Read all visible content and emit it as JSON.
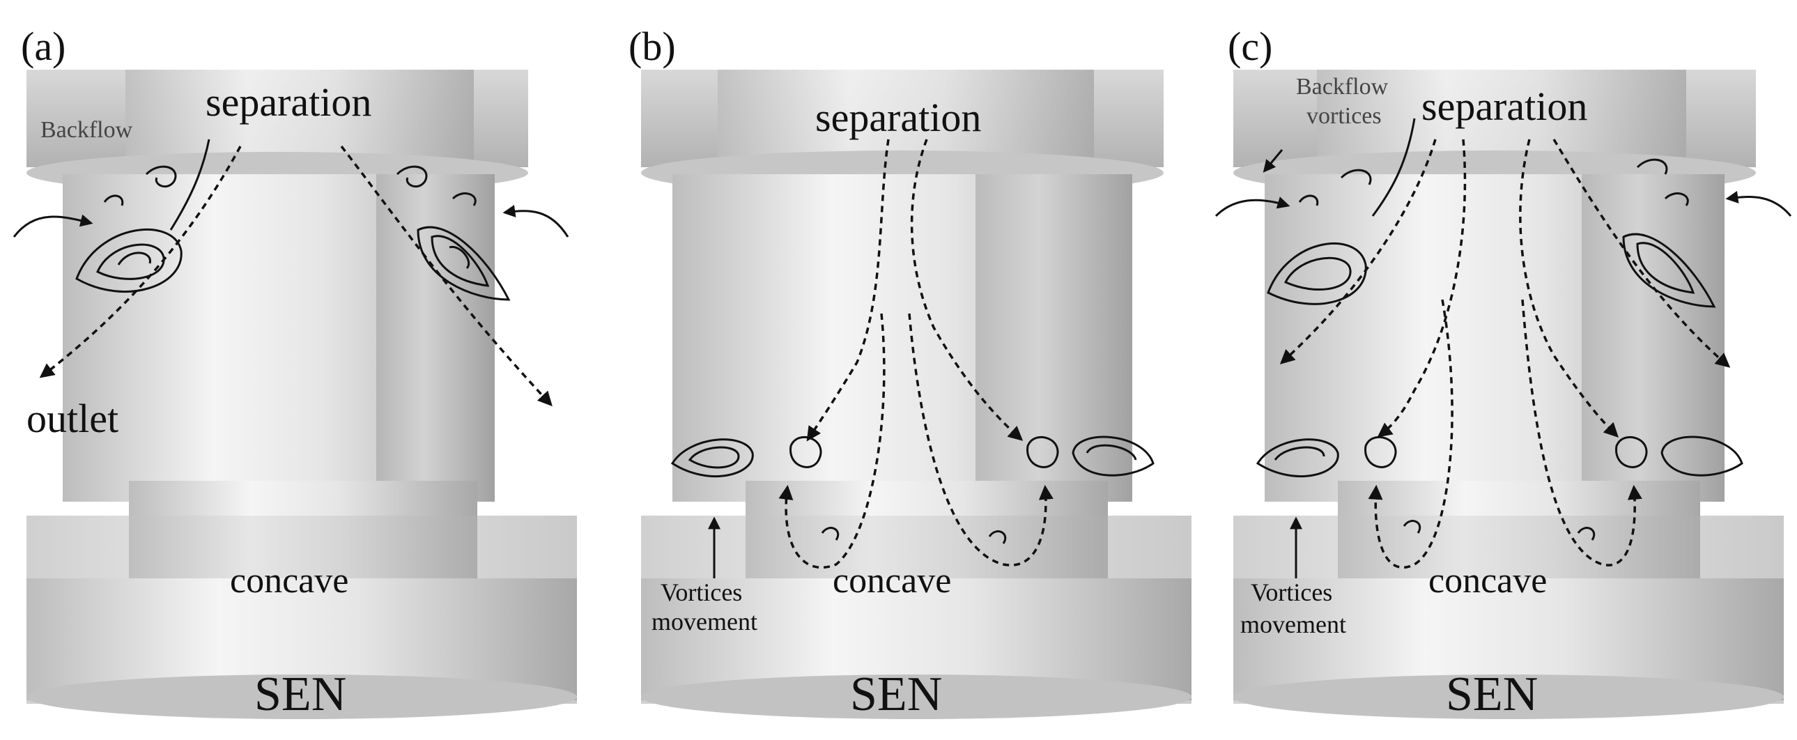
{
  "panels": [
    {
      "id": "a",
      "label": "(a)",
      "separation": "separation",
      "backflow": "Backflow",
      "outlet": "outlet",
      "concave": "concave",
      "sen": "SEN"
    },
    {
      "id": "b",
      "label": "(b)",
      "separation": "separation",
      "vortices_line1": "Vortices",
      "vortices_line2": "movement",
      "concave": "concave",
      "sen": "SEN"
    },
    {
      "id": "c",
      "label": "(c)",
      "separation": "separation",
      "backflow_line1": "Backflow",
      "backflow_line2": "vortices",
      "vortices_line1": "Vortices",
      "vortices_line2": "movement",
      "concave": "concave",
      "sen": "SEN"
    }
  ],
  "colors": {
    "background": "#ffffff",
    "body_light": "#f4f4f4",
    "body_mid": "#c8c8c8",
    "body_dark": "#9a9a9a",
    "ink": "#111111"
  }
}
